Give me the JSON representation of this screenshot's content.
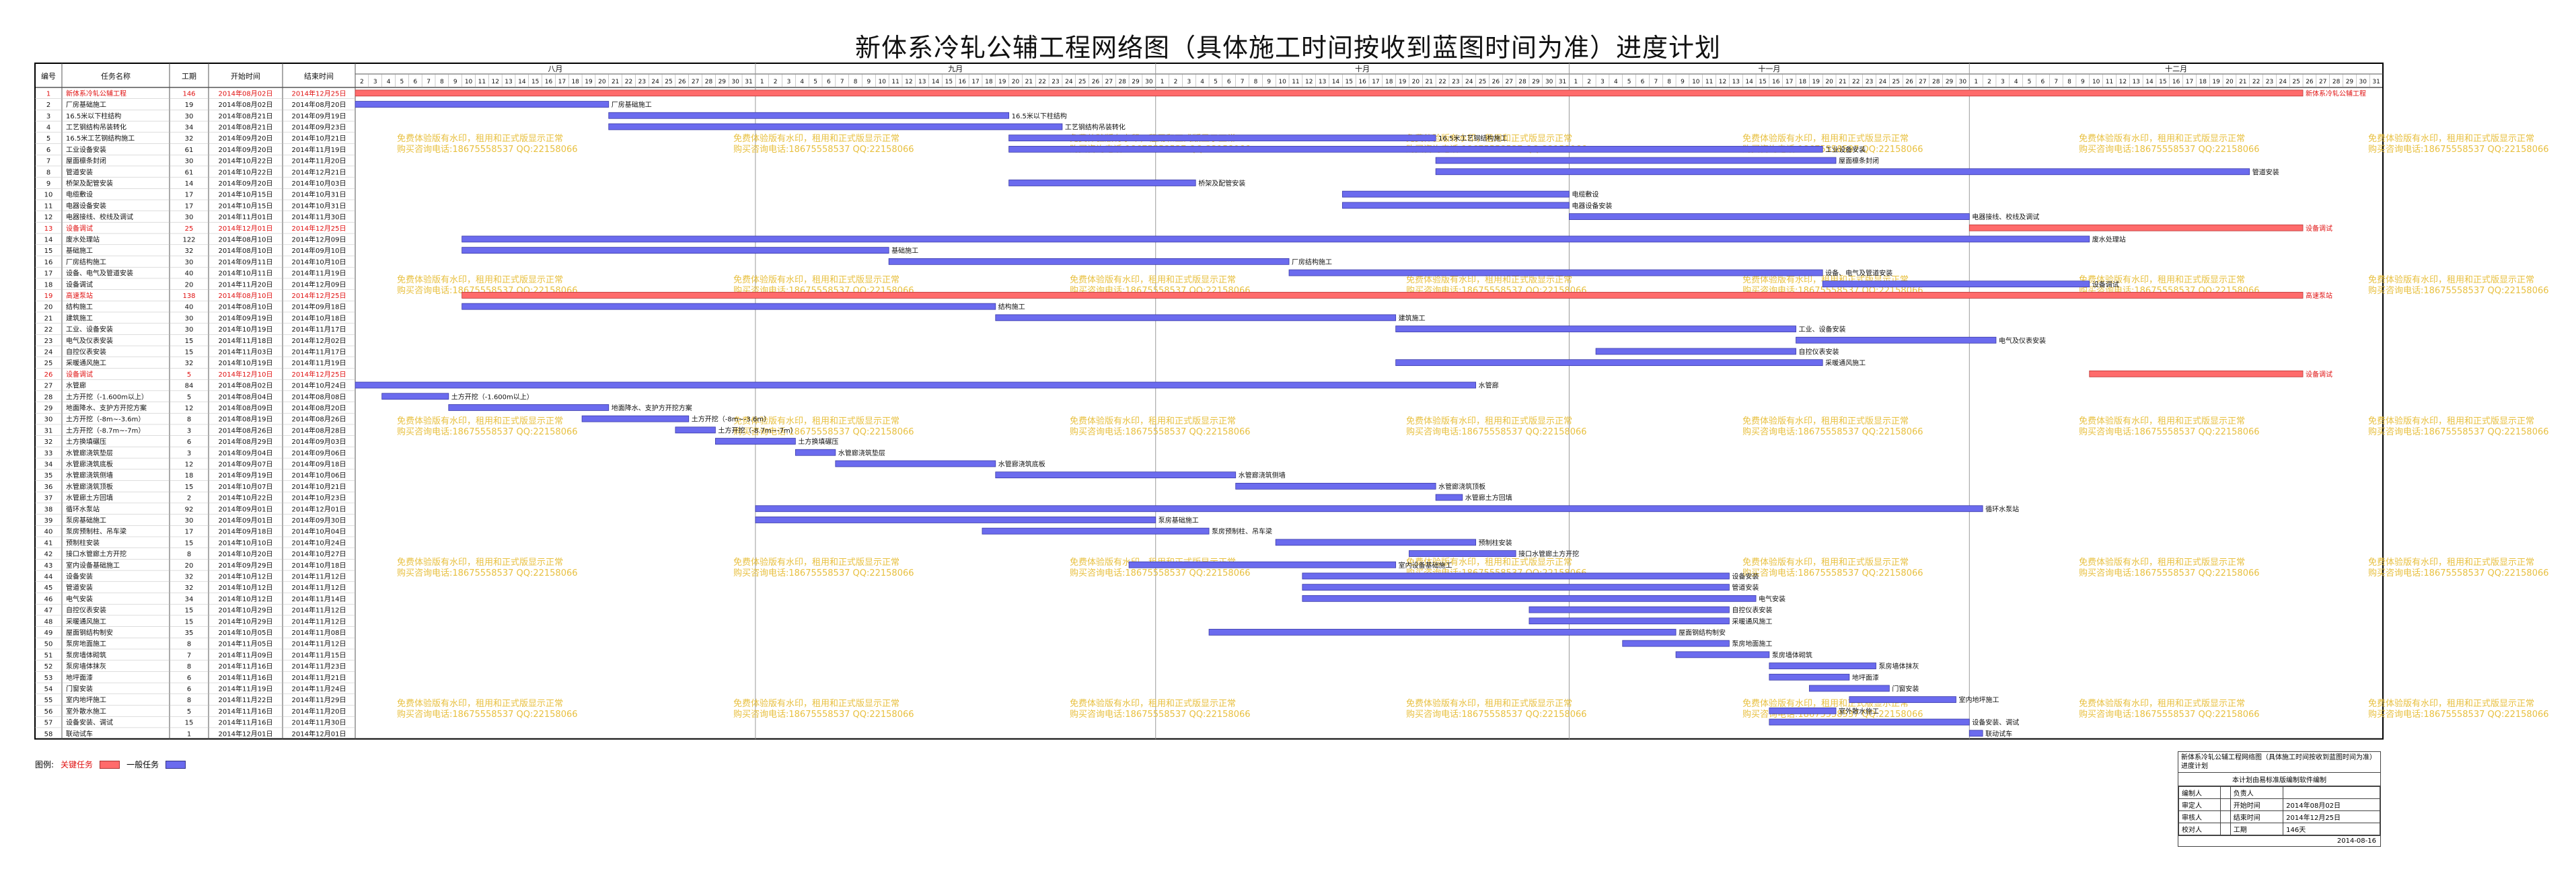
{
  "title": "新体系冷轧公辅工程网络图（具体施工时间按收到蓝图时间为准）进度计划",
  "colors": {
    "critical": "#ff6b6b",
    "normal": "#6b6bee",
    "critical_text": "#e01010",
    "watermark": "#e8c040",
    "grid": "#9a9a9a"
  },
  "columns": {
    "id": "编号",
    "name": "任务名称",
    "duration": "工期",
    "start": "开始时间",
    "end": "结束时间"
  },
  "months": [
    {
      "label": "八月",
      "days": [
        2,
        3,
        4,
        5,
        6,
        7,
        8,
        9,
        10,
        11,
        12,
        13,
        14,
        15,
        16,
        17,
        18,
        19,
        20,
        21,
        22,
        23,
        24,
        25,
        26,
        27,
        28,
        29,
        30,
        31
      ]
    },
    {
      "label": "九月",
      "days": [
        1,
        2,
        3,
        4,
        5,
        6,
        7,
        8,
        9,
        10,
        11,
        12,
        13,
        14,
        15,
        16,
        17,
        18,
        19,
        20,
        21,
        22,
        23,
        24,
        25,
        26,
        27,
        28,
        29,
        30
      ]
    },
    {
      "label": "十月",
      "days": [
        1,
        2,
        3,
        4,
        5,
        6,
        7,
        8,
        9,
        10,
        11,
        12,
        13,
        14,
        15,
        16,
        17,
        18,
        19,
        20,
        21,
        22,
        23,
        24,
        25,
        26,
        27,
        28,
        29,
        30,
        31
      ]
    },
    {
      "label": "十一月",
      "days": [
        1,
        2,
        3,
        4,
        5,
        6,
        7,
        8,
        9,
        10,
        11,
        12,
        13,
        14,
        15,
        16,
        17,
        18,
        19,
        20,
        21,
        22,
        23,
        24,
        25,
        26,
        27,
        28,
        29,
        30
      ]
    },
    {
      "label": "十二月",
      "days": [
        1,
        2,
        3,
        4,
        5,
        6,
        7,
        8,
        9,
        10,
        11,
        12,
        13,
        14,
        15,
        16,
        17,
        18,
        19,
        20,
        21,
        22,
        23,
        24,
        25,
        26,
        27,
        28,
        29,
        30,
        31
      ]
    }
  ],
  "legend": {
    "label": "图例:",
    "critical": "关键任务",
    "normal": "一般任务"
  },
  "watermark": [
    "免费体验版有水印，租用和正式版显示正常",
    "购买咨询电话:18675558537 QQ:22158066"
  ],
  "info_box": {
    "header": "新体系冷轧公辅工程网络图（具体施工时间按收到蓝图时间为准）进度计划",
    "subheader": "本计划由易标准版编制软件编制",
    "rows": [
      [
        "编制人",
        "",
        "负责人",
        ""
      ],
      [
        "审定人",
        "",
        "开始时间",
        "2014年08月02日"
      ],
      [
        "审核人",
        "",
        "结束时间",
        "2014年12月25日"
      ],
      [
        "校对人",
        "",
        "工期",
        "146天"
      ]
    ],
    "footer": "2014-08-16"
  },
  "chart_data": {
    "type": "gantt",
    "x_range": [
      "2014-08-02",
      "2014-12-31"
    ],
    "tasks": [
      {
        "id": "1",
        "name": "新体系冷轧公辅工程",
        "duration": "146",
        "start": "2014年08月02日",
        "end": "2014年12月25日",
        "critical": true,
        "s": "2014-08-02",
        "e": "2014-12-25",
        "label": "新体系冷轧公辅工程"
      },
      {
        "id": "2",
        "name": "厂房基础施工",
        "duration": "19",
        "start": "2014年08月02日",
        "end": "2014年08月20日",
        "critical": false,
        "s": "2014-08-02",
        "e": "2014-08-20",
        "label": "厂房基础施工"
      },
      {
        "id": "3",
        "name": "16.5米以下柱结构",
        "duration": "30",
        "start": "2014年08月21日",
        "end": "2014年09月19日",
        "critical": false,
        "s": "2014-08-21",
        "e": "2014-09-19",
        "label": "16.5米以下柱结构"
      },
      {
        "id": "4",
        "name": "工艺钢结构吊装转化",
        "duration": "34",
        "start": "2014年08月21日",
        "end": "2014年09月23日",
        "critical": false,
        "s": "2014-08-21",
        "e": "2014-09-23",
        "label": "工艺钢结构吊装转化"
      },
      {
        "id": "5",
        "name": "16.5米工艺钢结构施工",
        "duration": "32",
        "start": "2014年09月20日",
        "end": "2014年10月21日",
        "critical": false,
        "s": "2014-09-20",
        "e": "2014-10-21",
        "label": "16.5米工艺钢结构施工"
      },
      {
        "id": "6",
        "name": "工业设备安装",
        "duration": "61",
        "start": "2014年09月20日",
        "end": "2014年11月19日",
        "critical": false,
        "s": "2014-09-20",
        "e": "2014-11-19",
        "label": "工业设备安装"
      },
      {
        "id": "7",
        "name": "屋面檩条封闭",
        "duration": "30",
        "start": "2014年10月22日",
        "end": "2014年11月20日",
        "critical": false,
        "s": "2014-10-22",
        "e": "2014-11-20",
        "label": "屋面檩条封闭"
      },
      {
        "id": "8",
        "name": "管道安装",
        "duration": "61",
        "start": "2014年10月22日",
        "end": "2014年12月21日",
        "critical": false,
        "s": "2014-10-22",
        "e": "2014-12-21",
        "label": "管道安装"
      },
      {
        "id": "9",
        "name": "桥架及配管安装",
        "duration": "14",
        "start": "2014年09月20日",
        "end": "2014年10月03日",
        "critical": false,
        "s": "2014-09-20",
        "e": "2014-10-03",
        "label": "桥架及配管安装"
      },
      {
        "id": "10",
        "name": "电缆敷设",
        "duration": "17",
        "start": "2014年10月15日",
        "end": "2014年10月31日",
        "critical": false,
        "s": "2014-10-15",
        "e": "2014-10-31",
        "label": "电缆敷设"
      },
      {
        "id": "11",
        "name": "电器设备安装",
        "duration": "17",
        "start": "2014年10月15日",
        "end": "2014年10月31日",
        "critical": false,
        "s": "2014-10-15",
        "e": "2014-10-31",
        "label": "电器设备安装"
      },
      {
        "id": "12",
        "name": "电器接线、校线及调试",
        "duration": "30",
        "start": "2014年11月01日",
        "end": "2014年11月30日",
        "critical": false,
        "s": "2014-11-01",
        "e": "2014-11-30",
        "label": "电器接线、校线及调试"
      },
      {
        "id": "13",
        "name": "设备调试",
        "duration": "25",
        "start": "2014年12月01日",
        "end": "2014年12月25日",
        "critical": true,
        "s": "2014-12-01",
        "e": "2014-12-25",
        "label": "设备调试"
      },
      {
        "id": "14",
        "name": "废水处理站",
        "duration": "122",
        "start": "2014年08月10日",
        "end": "2014年12月09日",
        "critical": false,
        "s": "2014-08-10",
        "e": "2014-12-09",
        "label": "废水处理站"
      },
      {
        "id": "15",
        "name": "基础施工",
        "duration": "32",
        "start": "2014年08月10日",
        "end": "2014年09月10日",
        "critical": false,
        "s": "2014-08-10",
        "e": "2014-09-10",
        "label": "基础施工"
      },
      {
        "id": "16",
        "name": "厂房结构施工",
        "duration": "30",
        "start": "2014年09月11日",
        "end": "2014年10月10日",
        "critical": false,
        "s": "2014-09-11",
        "e": "2014-10-10",
        "label": "厂房结构施工"
      },
      {
        "id": "17",
        "name": "设备、电气及管道安装",
        "duration": "40",
        "start": "2014年10月11日",
        "end": "2014年11月19日",
        "critical": false,
        "s": "2014-10-11",
        "e": "2014-11-19",
        "label": "设备、电气及管道安装"
      },
      {
        "id": "18",
        "name": "设备调试",
        "duration": "20",
        "start": "2014年11月20日",
        "end": "2014年12月09日",
        "critical": false,
        "s": "2014-11-20",
        "e": "2014-12-09",
        "label": "设备调试"
      },
      {
        "id": "19",
        "name": "高速泵站",
        "duration": "138",
        "start": "2014年08月10日",
        "end": "2014年12月25日",
        "critical": true,
        "s": "2014-08-10",
        "e": "2014-12-25",
        "label": "高速泵站"
      },
      {
        "id": "20",
        "name": "结构施工",
        "duration": "40",
        "start": "2014年08月10日",
        "end": "2014年09月18日",
        "critical": false,
        "s": "2014-08-10",
        "e": "2014-09-18",
        "label": "结构施工"
      },
      {
        "id": "21",
        "name": "建筑施工",
        "duration": "30",
        "start": "2014年09月19日",
        "end": "2014年10月18日",
        "critical": false,
        "s": "2014-09-19",
        "e": "2014-10-18",
        "label": "建筑施工"
      },
      {
        "id": "22",
        "name": "工业、设备安装",
        "duration": "30",
        "start": "2014年10月19日",
        "end": "2014年11月17日",
        "critical": false,
        "s": "2014-10-19",
        "e": "2014-11-17",
        "label": "工业、设备安装"
      },
      {
        "id": "23",
        "name": "电气及仪表安装",
        "duration": "15",
        "start": "2014年11月18日",
        "end": "2014年12月02日",
        "critical": false,
        "s": "2014-11-18",
        "e": "2014-12-02",
        "label": "电气及仪表安装"
      },
      {
        "id": "24",
        "name": "自控仪表安装",
        "duration": "15",
        "start": "2014年11月03日",
        "end": "2014年11月17日",
        "critical": false,
        "s": "2014-11-03",
        "e": "2014-11-17",
        "label": "自控仪表安装"
      },
      {
        "id": "25",
        "name": "采暖通风施工",
        "duration": "32",
        "start": "2014年10月19日",
        "end": "2014年11月19日",
        "critical": false,
        "s": "2014-10-19",
        "e": "2014-11-19",
        "label": "采暖通风施工"
      },
      {
        "id": "26",
        "name": "设备调试",
        "duration": "5",
        "start": "2014年12月10日",
        "end": "2014年12月25日",
        "critical": true,
        "s": "2014-12-10",
        "e": "2014-12-25",
        "label": "设备调试"
      },
      {
        "id": "27",
        "name": "水管廊",
        "duration": "84",
        "start": "2014年08月02日",
        "end": "2014年10月24日",
        "critical": false,
        "s": "2014-08-02",
        "e": "2014-10-24",
        "label": "水管廊"
      },
      {
        "id": "28",
        "name": "土方开挖（-1.600m以上）",
        "duration": "5",
        "start": "2014年08月04日",
        "end": "2014年08月08日",
        "critical": false,
        "s": "2014-08-04",
        "e": "2014-08-08",
        "label": "土方开挖（-1.600m以上）"
      },
      {
        "id": "29",
        "name": "地面降水、支护方开挖方案",
        "duration": "12",
        "start": "2014年08月09日",
        "end": "2014年08月20日",
        "critical": false,
        "s": "2014-08-09",
        "e": "2014-08-20",
        "label": "地面降水、支护方开挖方案"
      },
      {
        "id": "30",
        "name": "土方开挖（-8m~-3.6m）",
        "duration": "8",
        "start": "2014年08月19日",
        "end": "2014年08月26日",
        "critical": false,
        "s": "2014-08-19",
        "e": "2014-08-26",
        "label": "土方开挖（-8m~-3.6m）"
      },
      {
        "id": "31",
        "name": "土方开挖（-8.7m~-7m）",
        "duration": "3",
        "start": "2014年08月26日",
        "end": "2014年08月28日",
        "critical": false,
        "s": "2014-08-26",
        "e": "2014-08-28",
        "label": "土方开挖（-8.7m~-7m）"
      },
      {
        "id": "32",
        "name": "土方换填碾压",
        "duration": "6",
        "start": "2014年08月29日",
        "end": "2014年09月03日",
        "critical": false,
        "s": "2014-08-29",
        "e": "2014-09-03",
        "label": "土方换填碾压"
      },
      {
        "id": "33",
        "name": "水管廊浇筑垫层",
        "duration": "3",
        "start": "2014年09月04日",
        "end": "2014年09月06日",
        "critical": false,
        "s": "2014-09-04",
        "e": "2014-09-06",
        "label": "水管廊浇筑垫层"
      },
      {
        "id": "34",
        "name": "水管廊浇筑底板",
        "duration": "12",
        "start": "2014年09月07日",
        "end": "2014年09月18日",
        "critical": false,
        "s": "2014-09-07",
        "e": "2014-09-18",
        "label": "水管廊浇筑底板"
      },
      {
        "id": "35",
        "name": "水管廊浇筑侧墙",
        "duration": "18",
        "start": "2014年09月19日",
        "end": "2014年10月06日",
        "critical": false,
        "s": "2014-09-19",
        "e": "2014-10-06",
        "label": "水管廊浇筑侧墙"
      },
      {
        "id": "36",
        "name": "水管廊浇筑顶板",
        "duration": "15",
        "start": "2014年10月07日",
        "end": "2014年10月21日",
        "critical": false,
        "s": "2014-10-07",
        "e": "2014-10-21",
        "label": "水管廊浇筑顶板"
      },
      {
        "id": "37",
        "name": "水管廊土方回填",
        "duration": "2",
        "start": "2014年10月22日",
        "end": "2014年10月23日",
        "critical": false,
        "s": "2014-10-22",
        "e": "2014-10-23",
        "label": "水管廊土方回填"
      },
      {
        "id": "38",
        "name": "循环水泵站",
        "duration": "92",
        "start": "2014年09月01日",
        "end": "2014年12月01日",
        "critical": false,
        "s": "2014-09-01",
        "e": "2014-12-01",
        "label": "循环水泵站"
      },
      {
        "id": "39",
        "name": "泵房基础施工",
        "duration": "30",
        "start": "2014年09月01日",
        "end": "2014年09月30日",
        "critical": false,
        "s": "2014-09-01",
        "e": "2014-09-30",
        "label": "泵房基础施工"
      },
      {
        "id": "40",
        "name": "泵房预制柱、吊车梁",
        "duration": "17",
        "start": "2014年09月18日",
        "end": "2014年10月04日",
        "critical": false,
        "s": "2014-09-18",
        "e": "2014-10-04",
        "label": "泵房预制柱、吊车梁"
      },
      {
        "id": "41",
        "name": "预制柱安装",
        "duration": "15",
        "start": "2014年10月10日",
        "end": "2014年10月24日",
        "critical": false,
        "s": "2014-10-10",
        "e": "2014-10-24",
        "label": "预制柱安装"
      },
      {
        "id": "42",
        "name": "接口水管廊土方开挖",
        "duration": "8",
        "start": "2014年10月20日",
        "end": "2014年10月27日",
        "critical": false,
        "s": "2014-10-20",
        "e": "2014-10-27",
        "label": "接口水管廊土方开挖"
      },
      {
        "id": "43",
        "name": "室内设备基础施工",
        "duration": "20",
        "start": "2014年09月29日",
        "end": "2014年10月18日",
        "critical": false,
        "s": "2014-09-29",
        "e": "2014-10-18",
        "label": "室内设备基础施工"
      },
      {
        "id": "44",
        "name": "设备安装",
        "duration": "32",
        "start": "2014年10月12日",
        "end": "2014年11月12日",
        "critical": false,
        "s": "2014-10-12",
        "e": "2014-11-12",
        "label": "设备安装"
      },
      {
        "id": "45",
        "name": "管道安装",
        "duration": "32",
        "start": "2014年10月12日",
        "end": "2014年11月12日",
        "critical": false,
        "s": "2014-10-12",
        "e": "2014-11-12",
        "label": "管道安装"
      },
      {
        "id": "46",
        "name": "电气安装",
        "duration": "34",
        "start": "2014年10月12日",
        "end": "2014年11月14日",
        "critical": false,
        "s": "2014-10-12",
        "e": "2014-11-14",
        "label": "电气安装"
      },
      {
        "id": "47",
        "name": "自控仪表安装",
        "duration": "15",
        "start": "2014年10月29日",
        "end": "2014年11月12日",
        "critical": false,
        "s": "2014-10-29",
        "e": "2014-11-12",
        "label": "自控仪表安装"
      },
      {
        "id": "48",
        "name": "采暖通风施工",
        "duration": "15",
        "start": "2014年10月29日",
        "end": "2014年11月12日",
        "critical": false,
        "s": "2014-10-29",
        "e": "2014-11-12",
        "label": "采暖通风施工"
      },
      {
        "id": "49",
        "name": "屋面钢结构制安",
        "duration": "35",
        "start": "2014年10月05日",
        "end": "2014年11月08日",
        "critical": false,
        "s": "2014-10-05",
        "e": "2014-11-08",
        "label": "屋面钢结构制安"
      },
      {
        "id": "50",
        "name": "泵房地面施工",
        "duration": "8",
        "start": "2014年11月05日",
        "end": "2014年11月12日",
        "critical": false,
        "s": "2014-11-05",
        "e": "2014-11-12",
        "label": "泵房地面施工"
      },
      {
        "id": "51",
        "name": "泵房墙体砌筑",
        "duration": "7",
        "start": "2014年11月09日",
        "end": "2014年11月15日",
        "critical": false,
        "s": "2014-11-09",
        "e": "2014-11-15",
        "label": "泵房墙体砌筑"
      },
      {
        "id": "52",
        "name": "泵房墙体抹灰",
        "duration": "8",
        "start": "2014年11月16日",
        "end": "2014年11月23日",
        "critical": false,
        "s": "2014-11-16",
        "e": "2014-11-23",
        "label": "泵房墙体抹灰"
      },
      {
        "id": "53",
        "name": "地坪面漆",
        "duration": "6",
        "start": "2014年11月16日",
        "end": "2014年11月21日",
        "critical": false,
        "s": "2014-11-16",
        "e": "2014-11-21",
        "label": "地坪面漆"
      },
      {
        "id": "54",
        "name": "门窗安装",
        "duration": "6",
        "start": "2014年11月19日",
        "end": "2014年11月24日",
        "critical": false,
        "s": "2014-11-19",
        "e": "2014-11-24",
        "label": "门窗安装"
      },
      {
        "id": "55",
        "name": "室内地坪施工",
        "duration": "8",
        "start": "2014年11月22日",
        "end": "2014年11月29日",
        "critical": false,
        "s": "2014-11-22",
        "e": "2014-11-29",
        "label": "室内地坪施工"
      },
      {
        "id": "56",
        "name": "室外散水施工",
        "duration": "5",
        "start": "2014年11月16日",
        "end": "2014年11月20日",
        "critical": false,
        "s": "2014-11-16",
        "e": "2014-11-20",
        "label": "室外散水施工"
      },
      {
        "id": "57",
        "name": "设备安装、调试",
        "duration": "15",
        "start": "2014年11月16日",
        "end": "2014年11月30日",
        "critical": false,
        "s": "2014-11-16",
        "e": "2014-11-30",
        "label": "设备安装、调试"
      },
      {
        "id": "58",
        "name": "联动试车",
        "duration": "1",
        "start": "2014年12月01日",
        "end": "2014年12月01日",
        "critical": false,
        "s": "2014-12-01",
        "e": "2014-12-01",
        "label": "联动试车"
      }
    ]
  }
}
